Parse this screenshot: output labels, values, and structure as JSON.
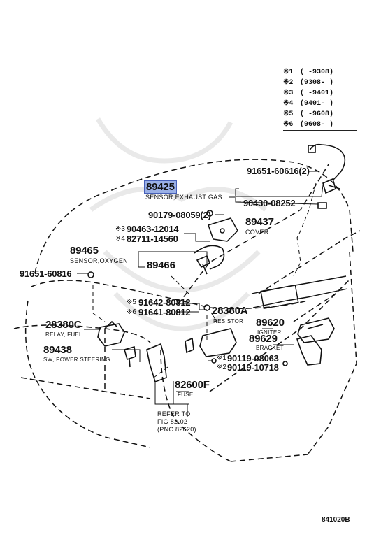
{
  "legend": [
    {
      "mark": "※1",
      "range": "(      -9308)"
    },
    {
      "mark": "※2",
      "range": "(9308-      )"
    },
    {
      "mark": "※3",
      "range": "(      -9401)"
    },
    {
      "mark": "※4",
      "range": "(9401-      )"
    },
    {
      "mark": "※5",
      "range": "(      -9608)"
    },
    {
      "mark": "※6",
      "range": "(9608-      )"
    }
  ],
  "parts": {
    "p89425": {
      "number": "89425",
      "desc": "SENSOR,EXHAUST GAS"
    },
    "p91651_60616": {
      "number": "91651-60616(2)"
    },
    "p90430_08252": {
      "number": "90430-08252"
    },
    "p90179_08059": {
      "number": "90179-08059(2)"
    },
    "p89437": {
      "number": "89437",
      "desc": "COVER"
    },
    "p90463_12014": {
      "mark": "※3",
      "number": "90463-12014"
    },
    "p82711_14560": {
      "mark": "※4",
      "number": "82711-14560"
    },
    "p89465": {
      "number": "89465",
      "desc": "SENSOR,OXYGEN"
    },
    "p89466": {
      "number": "89466"
    },
    "p91651_60816": {
      "number": "91651-60816"
    },
    "p91642_80812": {
      "mark": "※5",
      "number": "91642-80812"
    },
    "p91641_80812": {
      "mark": "※6",
      "number": "91641-80812"
    },
    "p28380A": {
      "number": "28380A",
      "desc": "RESISTOR"
    },
    "p28380C": {
      "number": "28380C",
      "desc": "RELAY, FUEL"
    },
    "p89438": {
      "number": "89438",
      "desc": "SW, POWER STEERING"
    },
    "p89620": {
      "number": "89620",
      "desc": "IGNITER"
    },
    "p89629": {
      "number": "89629",
      "desc": "BRACKET"
    },
    "p90119_08063": {
      "mark": "※1",
      "number": "90119-08063"
    },
    "p90119_10718": {
      "mark": "※2",
      "number": "90119-10718"
    },
    "p82600F": {
      "number": "82600F",
      "desc": "FUSE"
    }
  },
  "refer": {
    "line1": "REFER TO",
    "line2": "FIG 82-02",
    "line3": "(PNC 82620)"
  },
  "code": "841020B"
}
